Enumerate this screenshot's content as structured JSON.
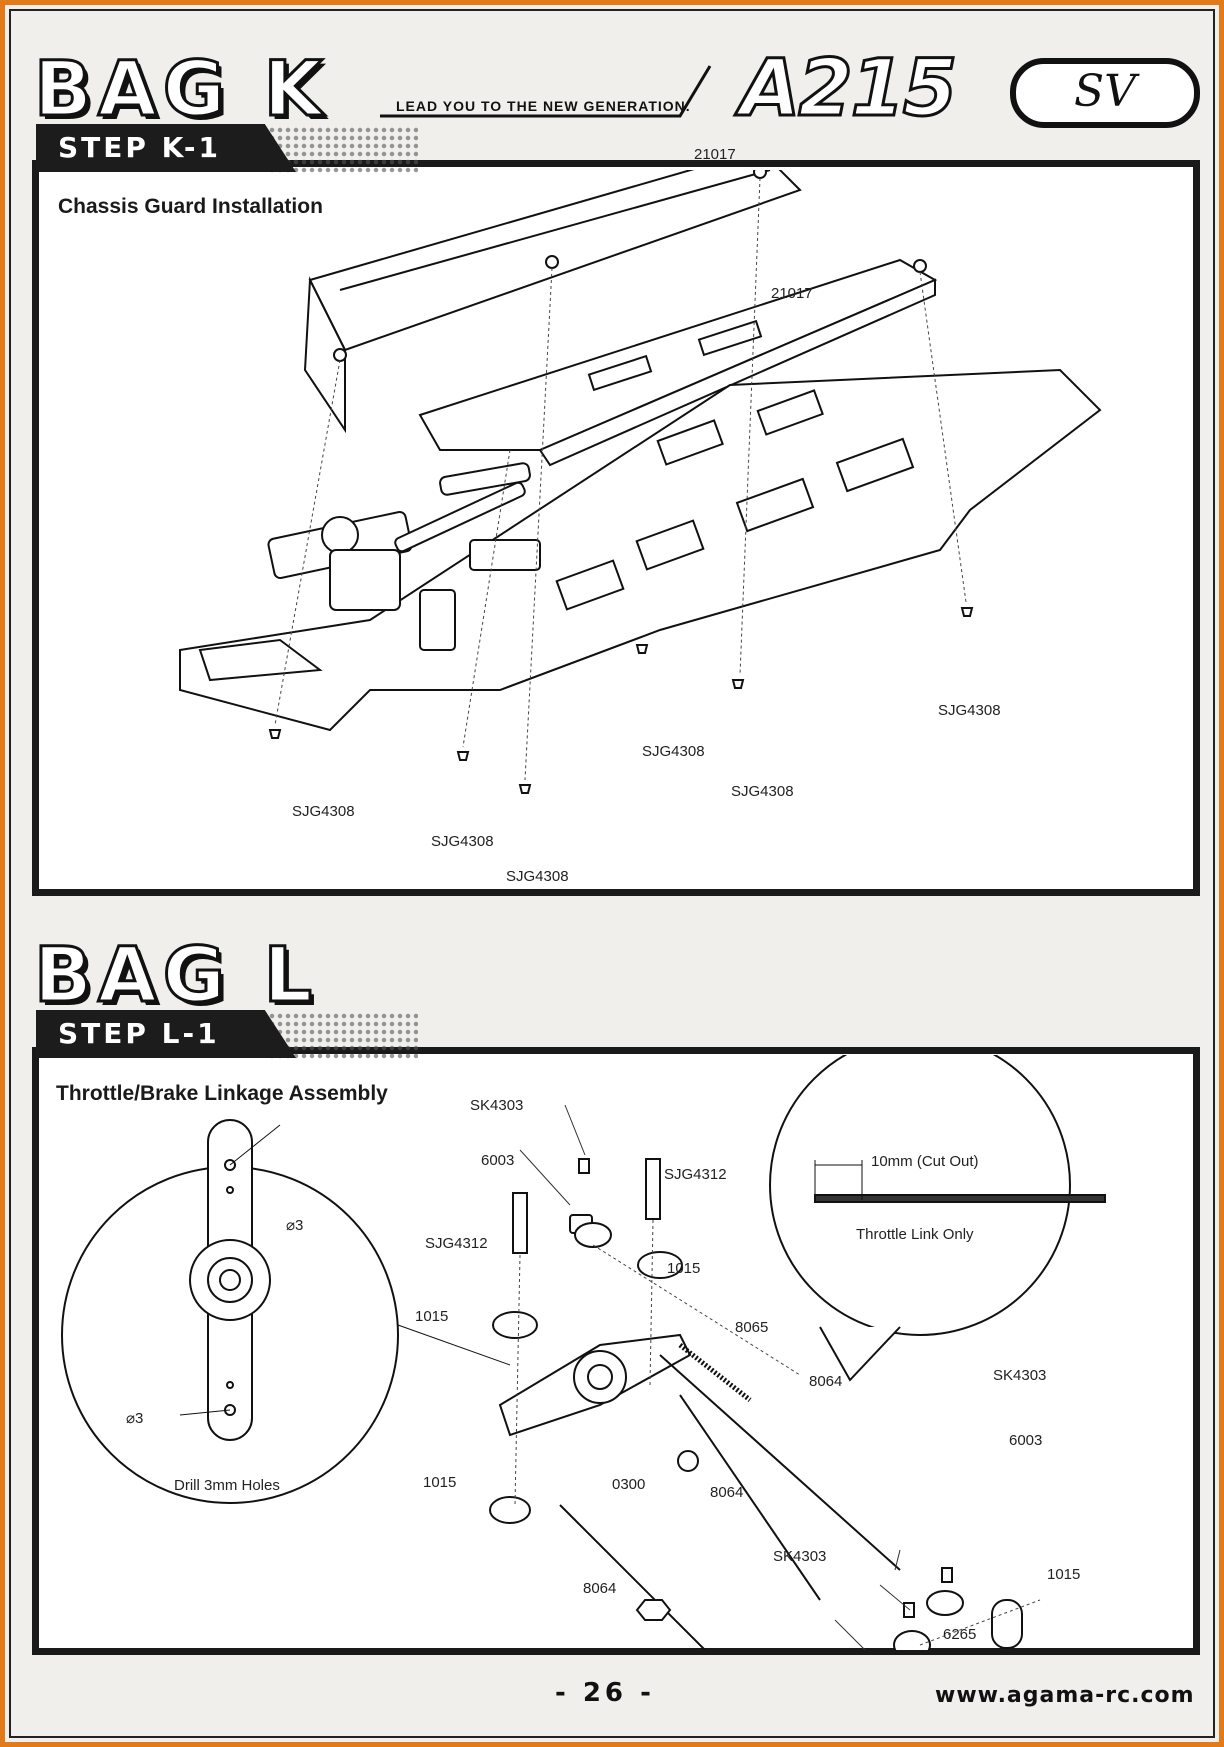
{
  "header": {
    "bag_k_title": "BAG K",
    "tagline": "LEAD YOU TO THE NEW GENERATION.",
    "model_logo": "A215",
    "model_badge": "SV"
  },
  "step_k": {
    "tab": "STEP K-1",
    "title": "Chassis Guard Installation",
    "labels": [
      "21017",
      "21017",
      "SJG4308",
      "SJG4308",
      "SJG4308",
      "SJG4308",
      "SJG4308",
      "SJG4308"
    ]
  },
  "bag_l": {
    "title": "BAG L"
  },
  "step_l": {
    "tab": "STEP L-1",
    "title": "Throttle/Brake Linkage Assembly",
    "left_inset": {
      "drill_caption": "Drill 3mm Holes",
      "hole_symbol_top": "⌀3",
      "hole_symbol_bottom": "⌀3"
    },
    "right_inset": {
      "dimension": "10mm (Cut Out)",
      "caption": "Throttle Link Only"
    },
    "labels": {
      "sk4303_top": "SK4303",
      "p6003_top": "6003",
      "sjg4312_right": "SJG4312",
      "sjg4312_left": "SJG4312",
      "p1015_top_right": "1015",
      "p1015_left": "1015",
      "p8065": "8065",
      "p8064_a": "8064",
      "sk4303_right": "SK4303",
      "p6003_right": "6003",
      "p1015_bottom_left": "1015",
      "p0300": "0300",
      "p8064_b": "8064",
      "sk4303_bottom": "SK4303",
      "p1015_bottom_right": "1015",
      "p8064_c": "8064",
      "p6265": "6265"
    }
  },
  "footer": {
    "page_number": "- 26 -",
    "website": "www.agama-rc.com"
  }
}
